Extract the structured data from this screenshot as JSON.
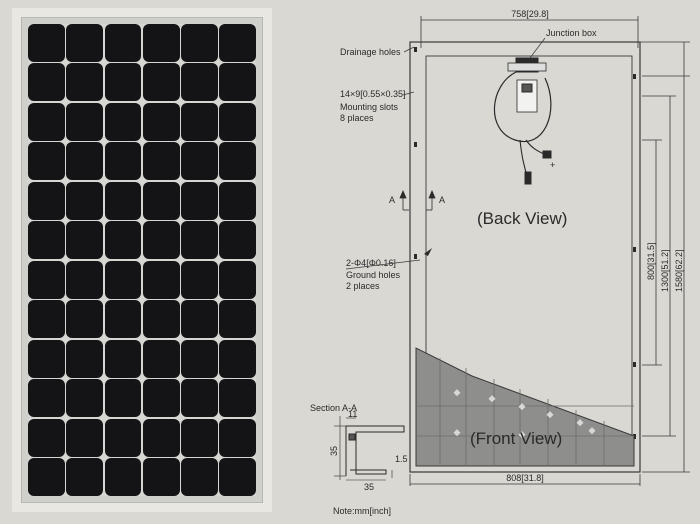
{
  "labels": {
    "width_top": "758[29.8]",
    "junction_box": "Junction box",
    "drainage_holes": "Drainage holes",
    "mount_size": "14×9[0.55×0.35]",
    "mount_slots_line1": "Mounting slots",
    "mount_slots_line2": "8 places",
    "section_marker": "A",
    "back_view": "(Back View)",
    "ground_size": "2-Φ4[Φ0.16]",
    "ground_holes_line1": "Ground holes",
    "ground_holes_line2": "2 places",
    "dim_800": "800[31.5]",
    "dim_1300": "1300[51.2]",
    "dim_1580": "1580[62.2]",
    "section_title": "Section A-A",
    "sec_11": "11",
    "sec_35_v": "35",
    "sec_15": "1.5",
    "sec_35_h": "35",
    "front_view": "(Front View)",
    "width_bottom": "808[31.8]",
    "note": "Note:mm[inch]",
    "plus": "+"
  },
  "panel": {
    "columns": 6,
    "rows": 12,
    "cell_color": "#141416",
    "frame_color": "#e8e7e2"
  },
  "colors": {
    "line": "#3a3a3a",
    "front_fill": "#8e8e8c",
    "cell_line": "#6c6c6a"
  }
}
